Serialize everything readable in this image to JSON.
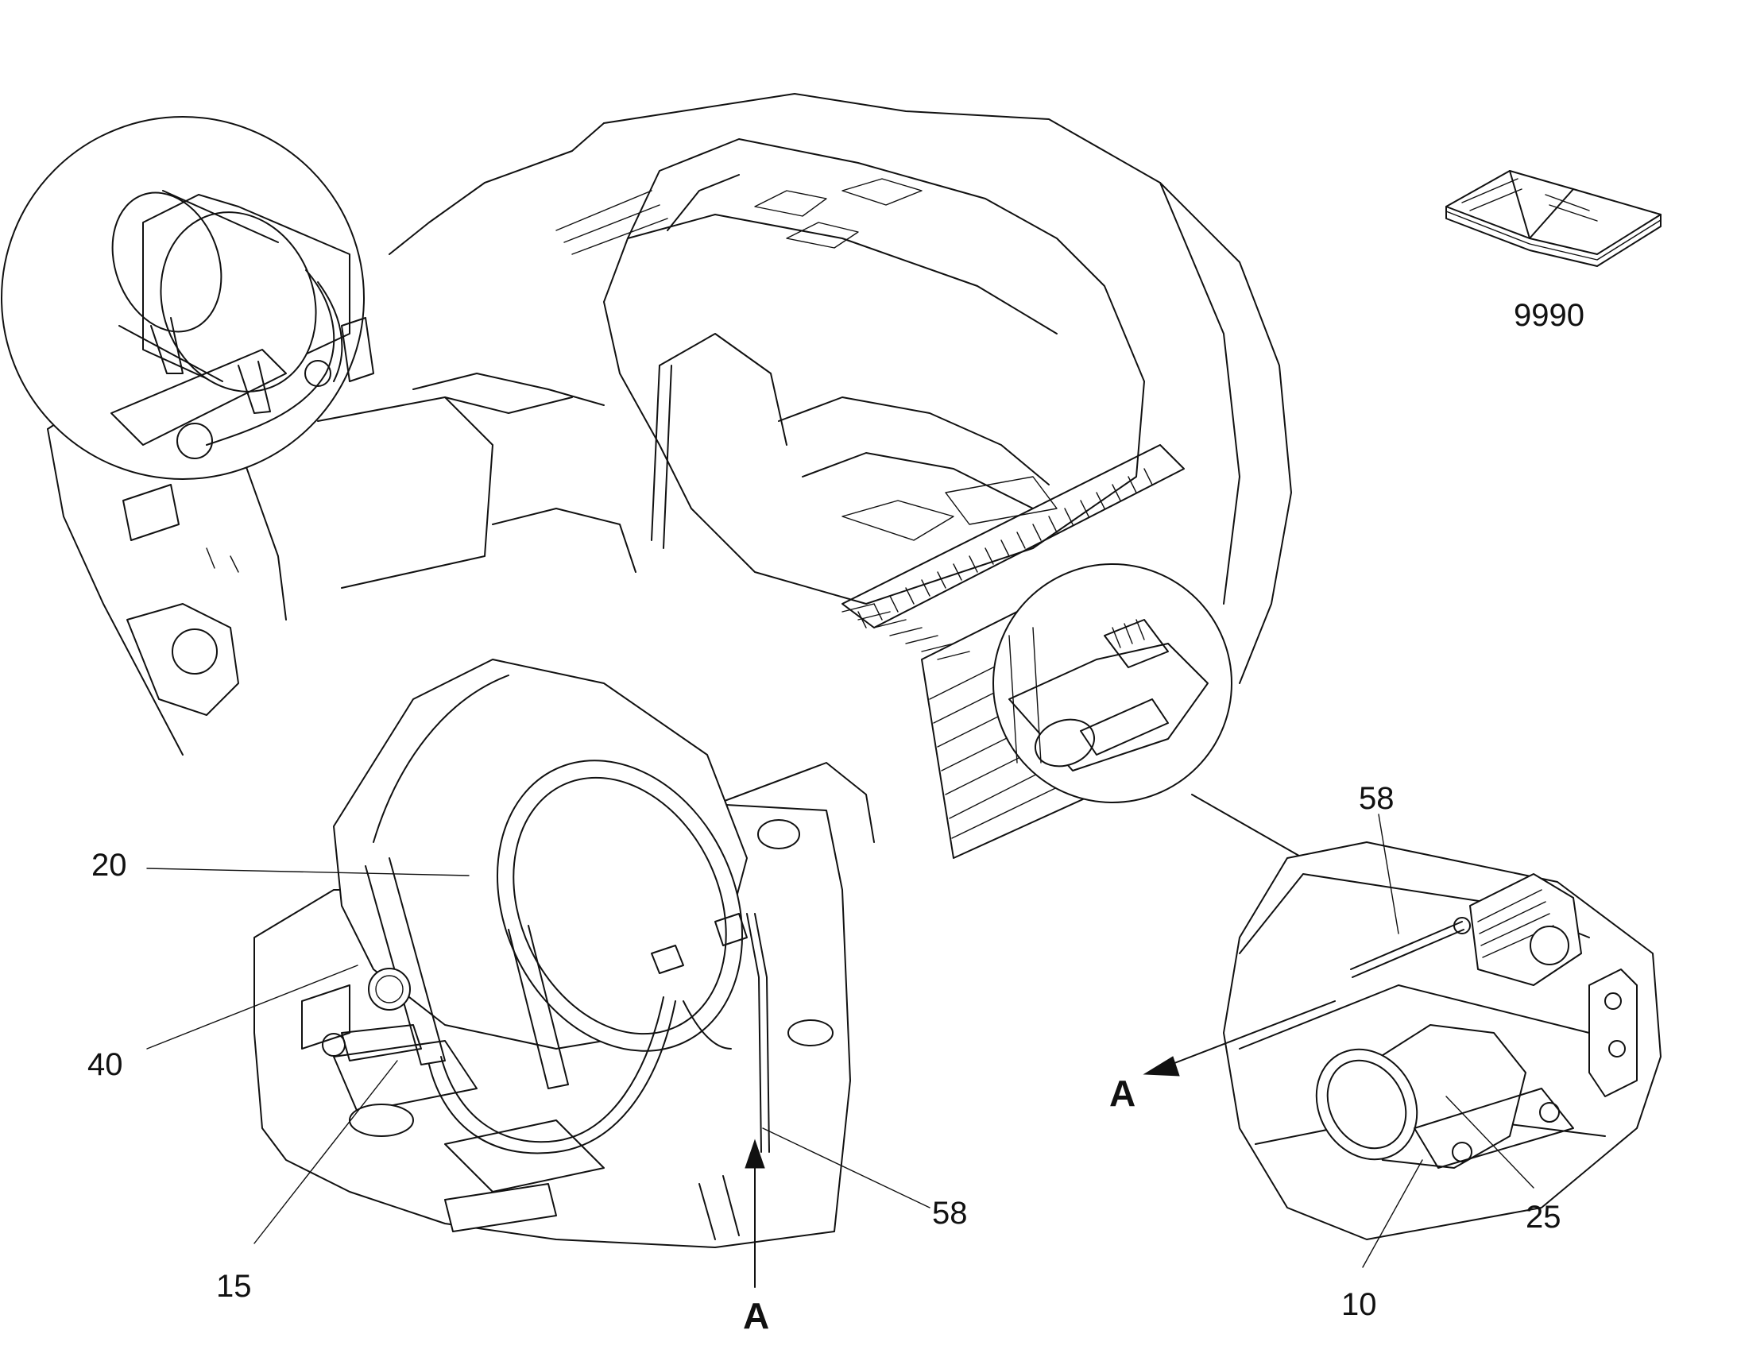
{
  "figure": {
    "callouts": {
      "c20": "20",
      "c40": "40",
      "c15": "15",
      "c58_left": "58",
      "c58_right": "58",
      "c25": "25",
      "c10": "10",
      "c9990": "9990"
    },
    "view_markers": {
      "a_bottom": "A",
      "a_right": "A"
    },
    "icons": {
      "manual": "open-book-icon"
    }
  }
}
